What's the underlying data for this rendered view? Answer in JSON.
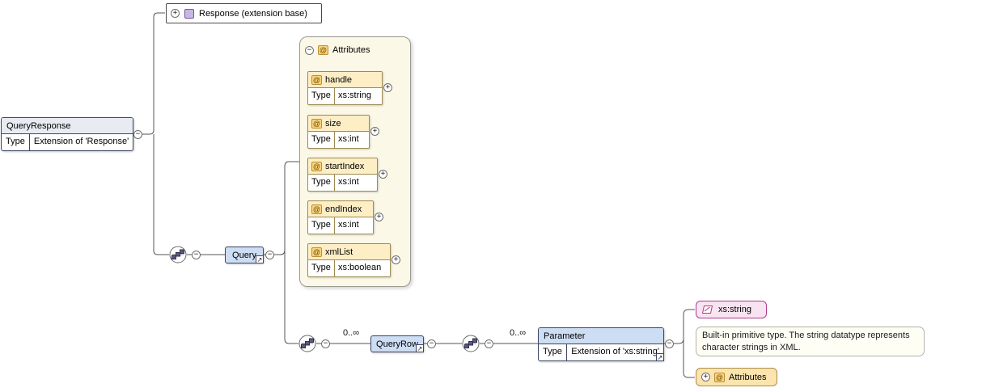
{
  "root": {
    "name": "QueryResponse",
    "type_label": "Type",
    "type_value": "Extension of 'Response'"
  },
  "extension_base": {
    "label": "Response (extension base)"
  },
  "query": {
    "label": "Query"
  },
  "attributes_panel": {
    "title": "Attributes",
    "items": [
      {
        "name": "handle",
        "type_label": "Type",
        "type_value": "xs:string"
      },
      {
        "name": "size",
        "type_label": "Type",
        "type_value": "xs:int"
      },
      {
        "name": "startIndex",
        "type_label": "Type",
        "type_value": "xs:int"
      },
      {
        "name": "endIndex",
        "type_label": "Type",
        "type_value": "xs:int"
      },
      {
        "name": "xmlList",
        "type_label": "Type",
        "type_value": "xs:boolean"
      }
    ]
  },
  "query_row": {
    "label": "QueryRow",
    "occurs": "0..∞"
  },
  "parameter": {
    "name": "Parameter",
    "type_label": "Type",
    "type_value": "Extension of 'xs:string'",
    "occurs": "0..∞"
  },
  "xs_string": {
    "label": "xs:string"
  },
  "documentation": {
    "text": "Built-in primitive type. The string datatype represents character strings in XML."
  },
  "collapsed_attributes": {
    "label": "Attributes"
  },
  "colors": {
    "element_fill": "#cdddf3",
    "element_border": "#3d4666",
    "attribute_fill": "#fdeec6",
    "attribute_border": "#9c8c52",
    "panel_fill": "#fcf8e8",
    "simple_type_fill": "#f8e4f1",
    "simple_type_border": "#ad3b8d",
    "collapsed_attr_fill": "#fbe4ad",
    "complex_type_icon": "#c9b6e4",
    "wire": "#565656"
  }
}
